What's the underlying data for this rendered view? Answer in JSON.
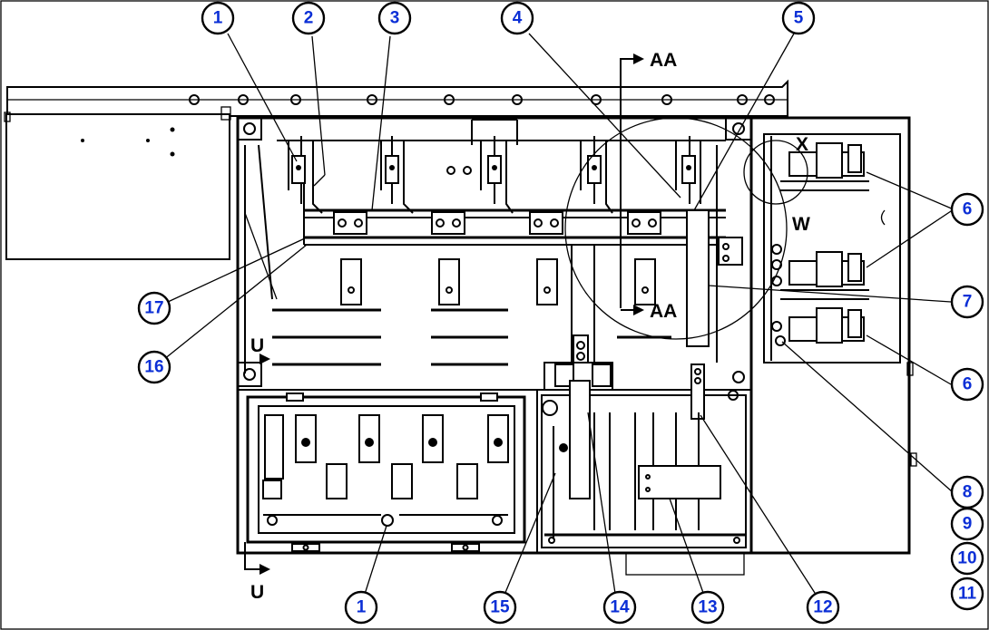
{
  "callouts": [
    {
      "id": "c1a",
      "label": "1"
    },
    {
      "id": "c2",
      "label": "2"
    },
    {
      "id": "c3",
      "label": "3"
    },
    {
      "id": "c4",
      "label": "4"
    },
    {
      "id": "c5",
      "label": "5"
    },
    {
      "id": "c6a",
      "label": "6"
    },
    {
      "id": "c6b",
      "label": "6"
    },
    {
      "id": "c7",
      "label": "7"
    },
    {
      "id": "c6c",
      "label": "6"
    },
    {
      "id": "c8",
      "label": "8"
    },
    {
      "id": "c9",
      "label": "9"
    },
    {
      "id": "c10",
      "label": "10"
    },
    {
      "id": "c11",
      "label": "11"
    },
    {
      "id": "c12",
      "label": "12"
    },
    {
      "id": "c13",
      "label": "13"
    },
    {
      "id": "c14",
      "label": "14"
    },
    {
      "id": "c15",
      "label": "15"
    },
    {
      "id": "c1b",
      "label": "1"
    },
    {
      "id": "c16",
      "label": "16"
    },
    {
      "id": "c17",
      "label": "17"
    }
  ],
  "view_labels": {
    "section_aa_top": "AA",
    "section_aa_mid": "AA",
    "section_u_top": "U",
    "section_u_bottom": "U",
    "detail_x": "X",
    "detail_w": "W"
  },
  "colors": {
    "callout_text": "#0b2fd6",
    "line": "#000000"
  }
}
